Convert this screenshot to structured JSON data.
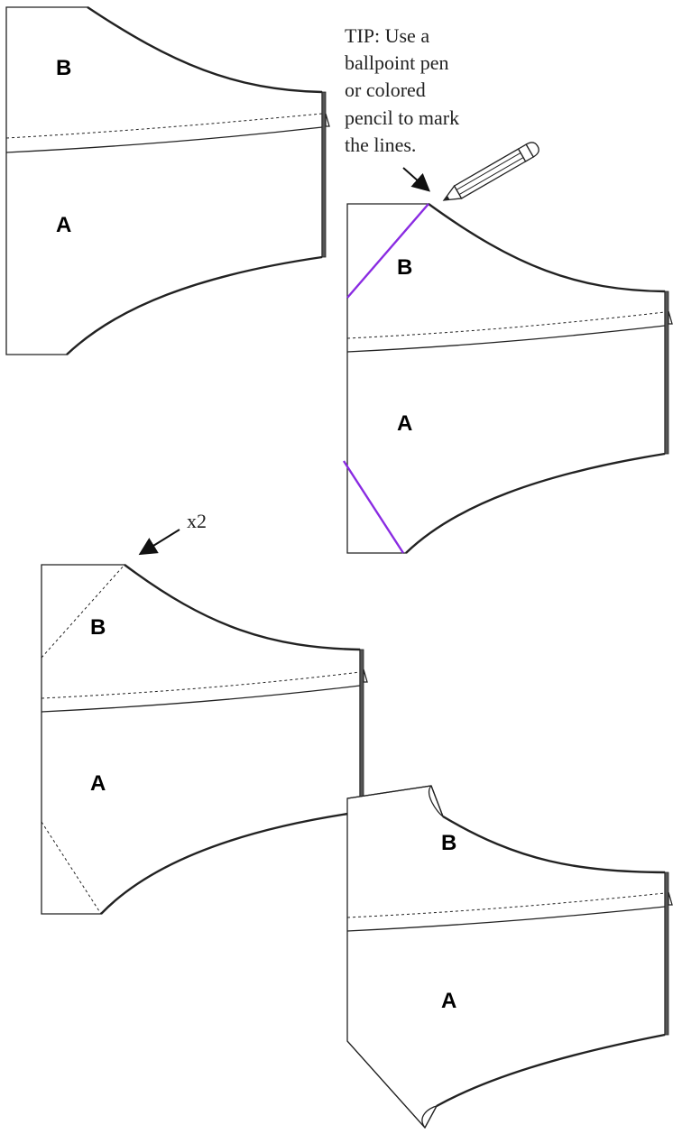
{
  "tip": {
    "lines": [
      "TIP: Use a",
      "ballpoint pen",
      "or colored",
      "pencil to mark",
      "the lines."
    ]
  },
  "multiplier": "x2",
  "pieces": [
    {
      "top_label": "B",
      "bottom_label": "A"
    },
    {
      "top_label": "B",
      "bottom_label": "A"
    },
    {
      "top_label": "B",
      "bottom_label": "A"
    },
    {
      "top_label": "B",
      "bottom_label": "A"
    }
  ],
  "colors": {
    "marking_line": "#8a2be2",
    "outline": "#222222"
  },
  "icons": {
    "pencil": "pencil-icon",
    "arrow": "arrow-icon"
  }
}
